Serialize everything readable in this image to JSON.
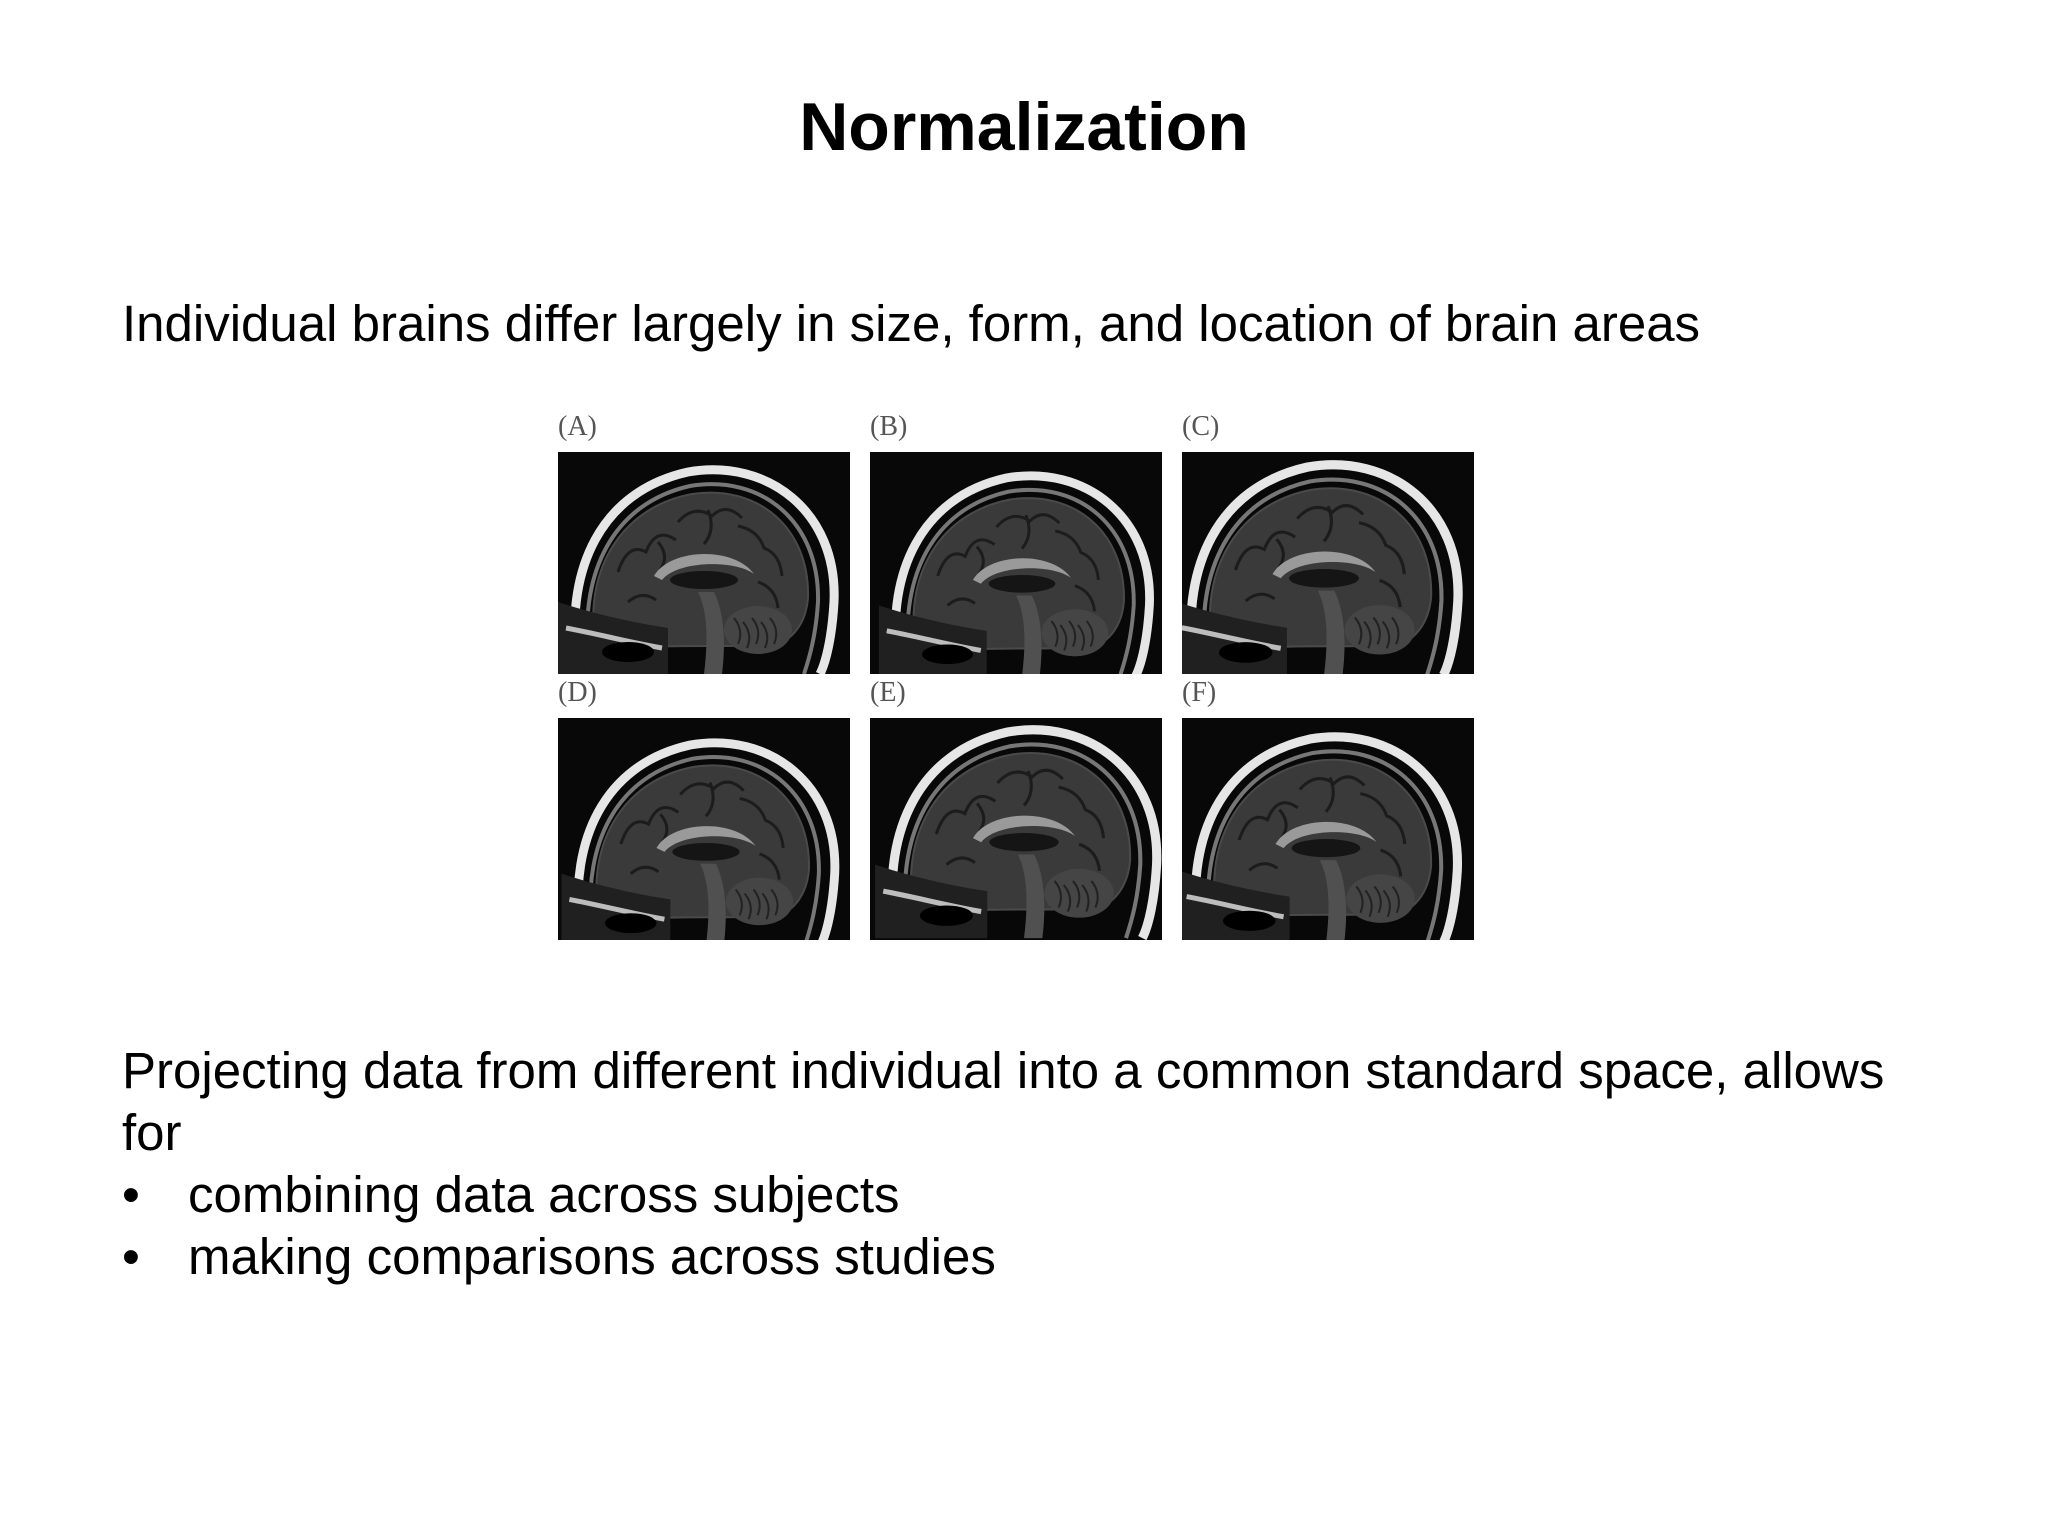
{
  "slide": {
    "title": "Normalization",
    "intro": "Individual brains differ largely in size, form, and location of brain areas",
    "body": "Projecting data from different individual into a common standard space, allows for",
    "bullets": [
      "combining data across subjects",
      "making comparisons across studies"
    ],
    "bullet_symbol": "•"
  },
  "figure": {
    "panels": [
      {
        "label": "(A)",
        "image": "sagittal-mri-brain-scan"
      },
      {
        "label": "(B)",
        "image": "sagittal-mri-brain-scan"
      },
      {
        "label": "(C)",
        "image": "sagittal-mri-brain-scan"
      },
      {
        "label": "(D)",
        "image": "sagittal-mri-brain-scan"
      },
      {
        "label": "(E)",
        "image": "sagittal-mri-brain-scan"
      },
      {
        "label": "(F)",
        "image": "sagittal-mri-brain-scan"
      }
    ]
  }
}
